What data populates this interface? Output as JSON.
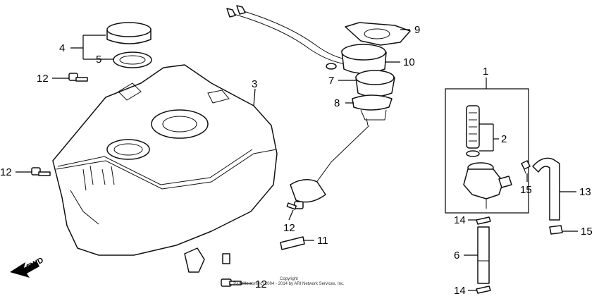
{
  "callouts": {
    "c1": "1",
    "c2": "2",
    "c3": "3",
    "c4": "4",
    "c5": "5",
    "c6": "6",
    "c7": "7",
    "c8": "8",
    "c9": "9",
    "c10": "10",
    "c11": "11",
    "c12a": "12",
    "c12b": "12",
    "c12c": "12",
    "c12d": "12",
    "c13": "13",
    "c14a": "14",
    "c14b": "14",
    "c15a": "15",
    "c15b": "15"
  },
  "direction_label": "FWD",
  "copyright": {
    "line1": "Copyright",
    "line2": "Partzilla.com (c) 2004 - 2014 by ARI Network Services, Inc."
  }
}
